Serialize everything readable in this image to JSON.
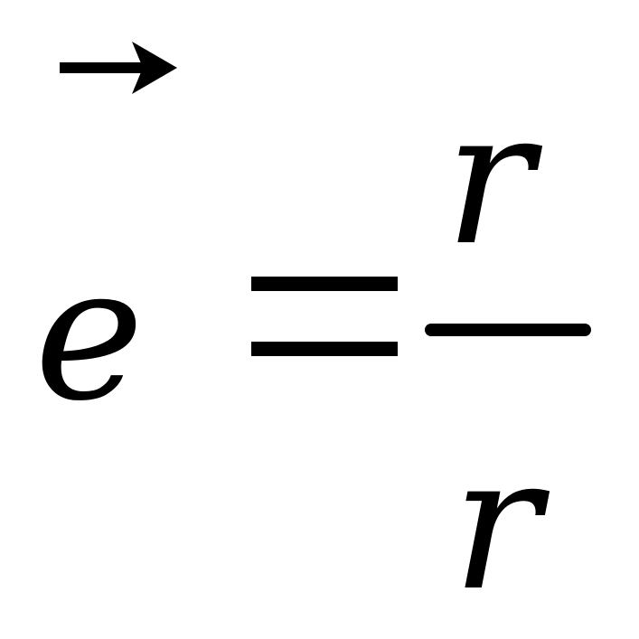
{
  "formula": {
    "lhs_symbol": "e",
    "operator": "=",
    "numerator_symbol": "r",
    "denominator_symbol": "r",
    "vector_arrow_icon": "right-arrow-icon"
  },
  "colors": {
    "ink": "#000000",
    "background": "#ffffff"
  }
}
